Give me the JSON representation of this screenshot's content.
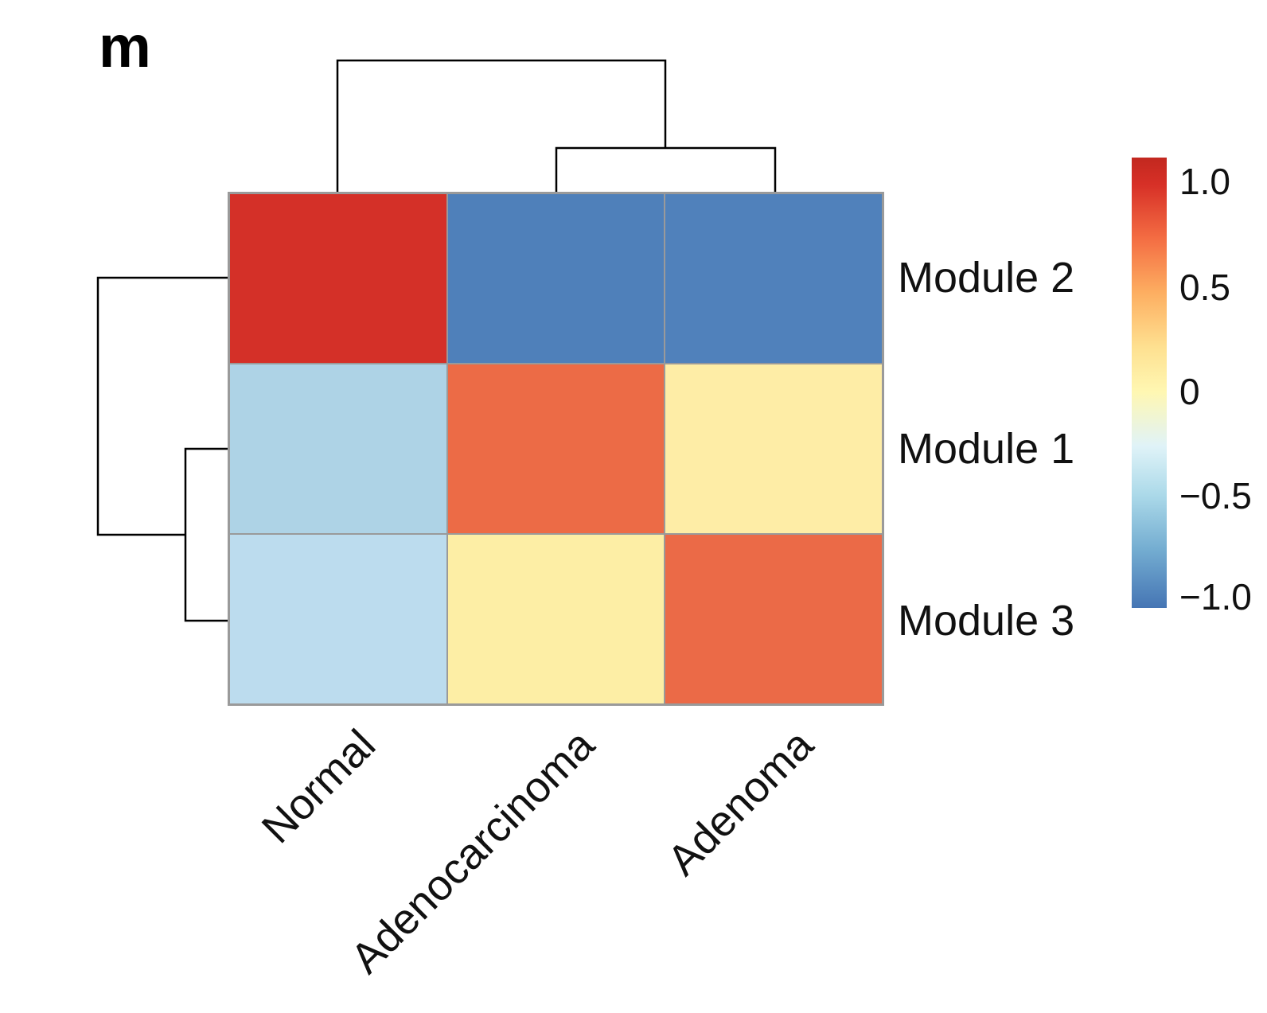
{
  "panel_label": "m",
  "chart_data": {
    "type": "heatmap",
    "title": "",
    "xlabel": "",
    "ylabel": "",
    "categories": [
      "Normal",
      "Adenocarcinoma",
      "Adenoma"
    ],
    "rows": [
      "Module 2",
      "Module 1",
      "Module 3"
    ],
    "values": [
      [
        1.0,
        -0.95,
        -0.95
      ],
      [
        -0.45,
        0.7,
        0.1
      ],
      [
        -0.4,
        0.1,
        0.7
      ]
    ],
    "cell_colors": [
      [
        "#d43028",
        "#4f80ba",
        "#5081bb"
      ],
      [
        "#aed3e6",
        "#ec6b46",
        "#feeda6"
      ],
      [
        "#bcdcee",
        "#fdeea5",
        "#eb6a47"
      ]
    ],
    "colorbar": {
      "position": "right",
      "ticks": [
        "1.0",
        "0.5",
        "0",
        "−0.5",
        "−1.0"
      ],
      "tick_values": [
        1.0,
        0.5,
        0,
        -0.5,
        -1.0
      ],
      "range": [
        -1,
        1
      ],
      "gradient": [
        "#c2281f 0%",
        "#d73027 6%",
        "#f46d43 18%",
        "#fdae61 30%",
        "#fee090 42%",
        "#fff7b2 52%",
        "#e0f3f8 64%",
        "#abd9e9 75%",
        "#74add1 87%",
        "#4575b4 100%"
      ]
    },
    "column_dendrogram": {
      "structure": [
        "Normal",
        [
          "Adenocarcinoma",
          "Adenoma"
        ]
      ]
    },
    "row_dendrogram": {
      "structure": [
        "Module 2",
        [
          "Module 1",
          "Module 3"
        ]
      ]
    },
    "grid": "off",
    "cell_border_color": "#9a9a9a",
    "dendrogram_color": "#000000"
  }
}
